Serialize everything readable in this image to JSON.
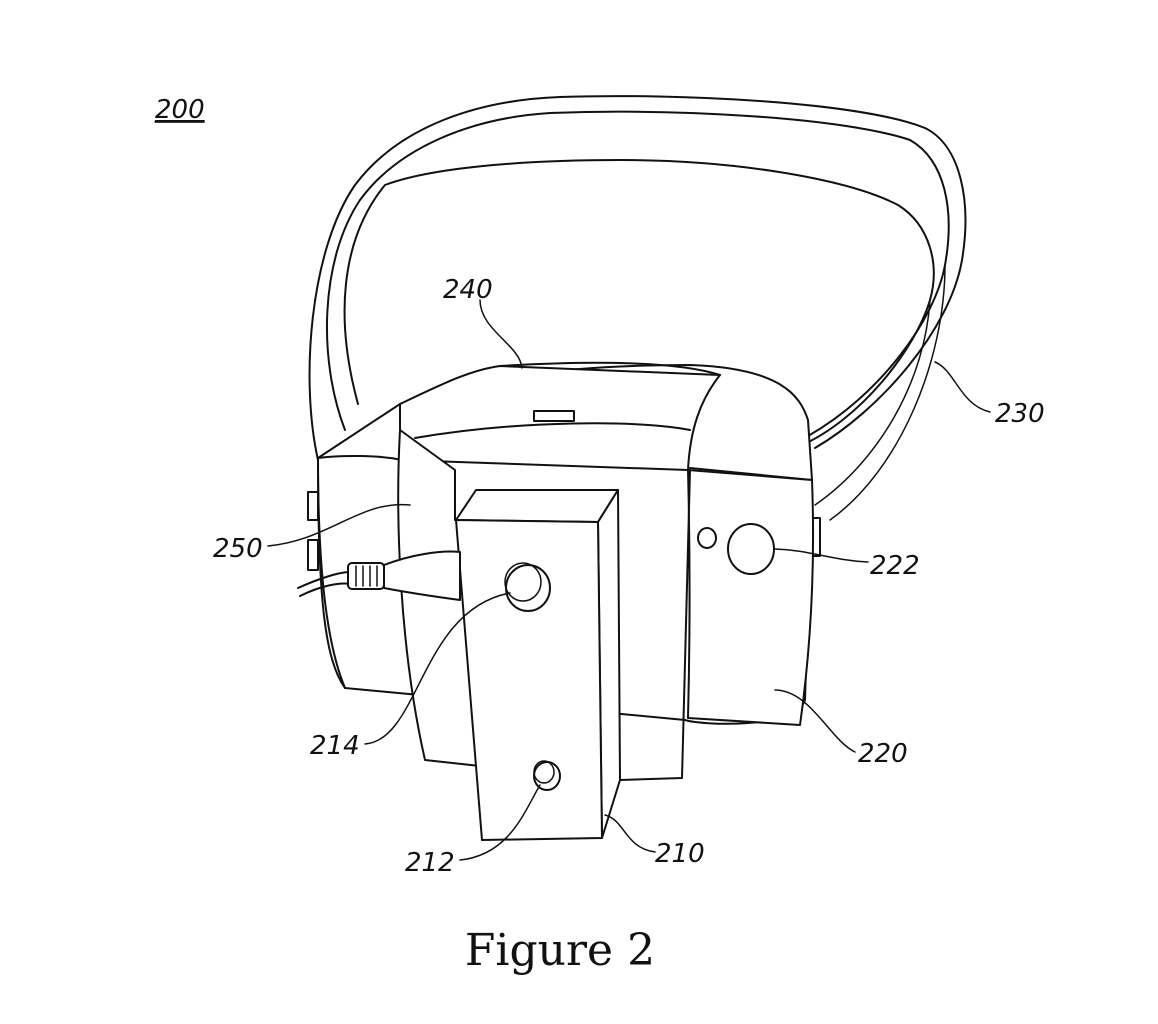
{
  "figure_number": "200",
  "caption": "Figure 2",
  "reference_labels": {
    "strap": "230",
    "top_band": "240",
    "side_band": "250",
    "camera_unit": "222",
    "side_unit": "220",
    "front_unit": "210",
    "front_lens_upper": "214",
    "front_lens_lower": "212"
  }
}
